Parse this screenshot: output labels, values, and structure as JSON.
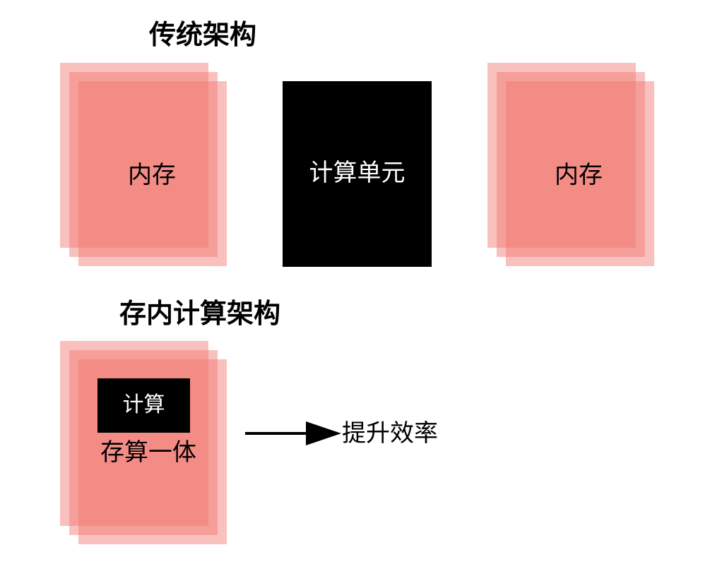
{
  "traditional": {
    "title": "传统架构",
    "memory_left_label": "内存",
    "compute_unit_label": "计算单元",
    "memory_right_label": "内存"
  },
  "in_memory": {
    "title": "存内计算架构",
    "compute_label": "计算",
    "block_label": "存算一体",
    "result_label": "提升效率"
  },
  "colors": {
    "memory": "#f2766e",
    "compute": "#000000",
    "text": "#000000"
  }
}
